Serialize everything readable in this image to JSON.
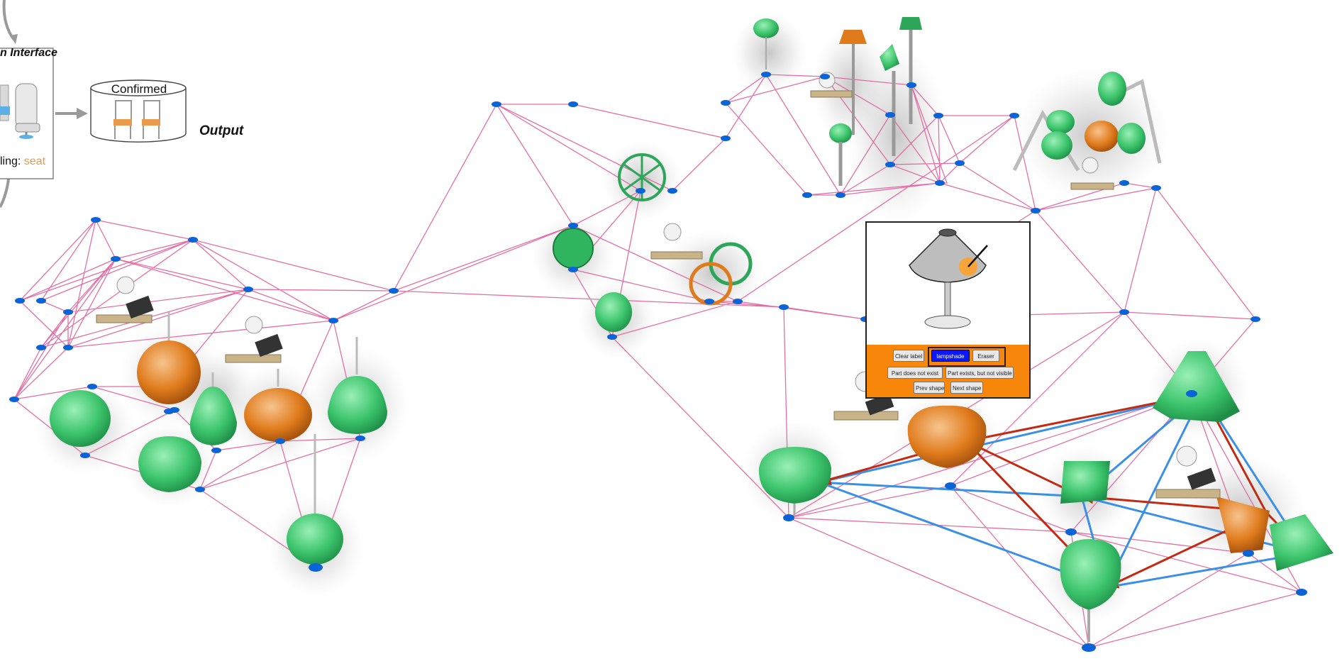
{
  "pipeline": {
    "interface_title": "n Interface",
    "labeling_prefix": "ling: ",
    "labeling_part": "seat",
    "confirmed_label": "Confirmed",
    "output_label": "Output"
  },
  "labeling_popup": {
    "buttons": {
      "clear": "Clear label",
      "lampshade": "lampshade",
      "eraser": "Eraser",
      "not_exist": "Part does not exist",
      "not_visible": "Part exists, but not visible",
      "prev": "Prev shape",
      "next": "Next shape"
    }
  },
  "colors": {
    "edge": "#e0609a",
    "node": "#0b63d8",
    "green": "#33c56a",
    "orange": "#e07b1c",
    "red_arrow": "#c42a12",
    "blue_arrow": "#3a8fe6",
    "popup_bar": "#f7860a",
    "accent": "#e99a4c"
  }
}
